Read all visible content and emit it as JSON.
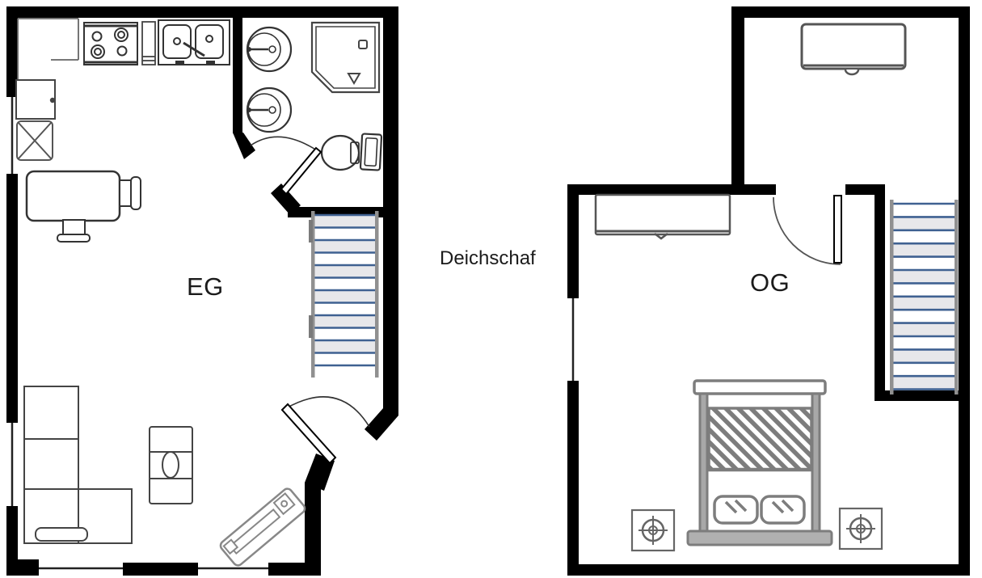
{
  "title": "Floor plan",
  "labels": {
    "left_floor": "EG",
    "right_floor": "OG",
    "center_caption": "Deichschaf"
  },
  "colors": {
    "background": "#ffffff",
    "wall": "#000000",
    "fixture_outline": "#333333",
    "furniture_outline": "#444444",
    "gray_furniture": "#7d7d7d",
    "stair_rail": "#909090",
    "stair_step_line": "#3f6191",
    "stair_tread_shaded": "#e7e7ea",
    "stair_tread_light": "#ffffff",
    "label_text": "#1b1b1b"
  },
  "stairs": {
    "eg": {
      "steps": 12,
      "orientation": "vertical"
    },
    "og": {
      "steps": 14,
      "orientation": "vertical"
    }
  },
  "floors": [
    {
      "id": "eg",
      "label": "EG",
      "rooms": [
        "kitchen",
        "bathroom",
        "living-room"
      ],
      "furniture": [
        "kitchen-counter",
        "stove",
        "double-sink",
        "kitchen-cabinet",
        "crossed-appliance",
        "washbasin",
        "washbasin",
        "corner-shower",
        "toilet",
        "dining-table",
        "chair",
        "chair",
        "l-shaped-sofa",
        "side-table",
        "diagonal-bench",
        "staircase",
        "entry-door",
        "bathroom-door"
      ]
    },
    {
      "id": "og",
      "label": "OG",
      "rooms": [
        "bedroom",
        "upper-room"
      ],
      "furniture": [
        "wardrobe",
        "sideboard",
        "double-bed",
        "pillow",
        "pillow",
        "nightstand-spot",
        "nightstand-spot",
        "staircase",
        "room-door"
      ]
    }
  ]
}
